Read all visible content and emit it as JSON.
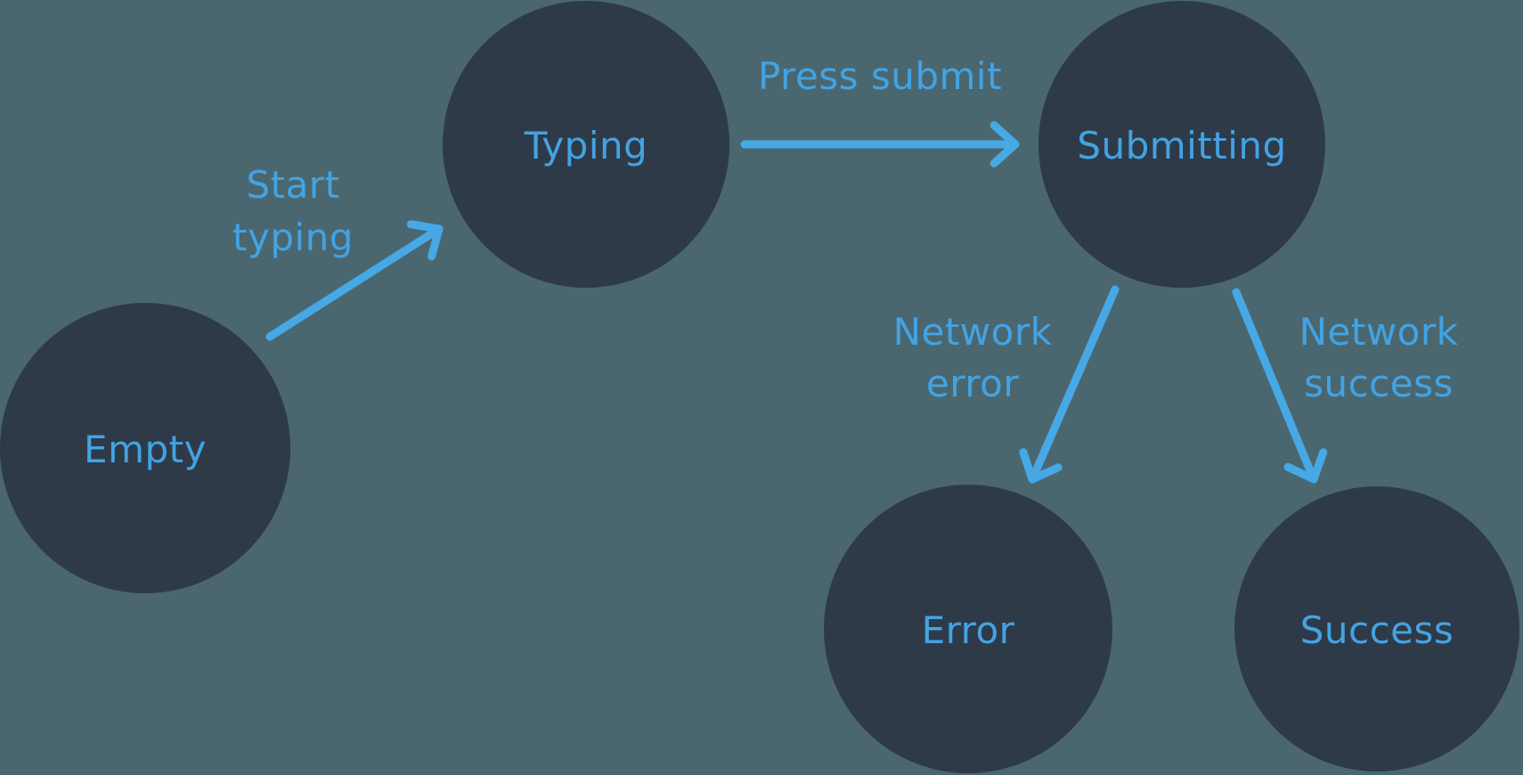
{
  "diagram": {
    "description": "Form submission state machine diagram",
    "colors": {
      "background": "#4A6770",
      "node_fill": "#2F3A48",
      "accent_blue": "#43A3E3"
    },
    "nodes": [
      {
        "id": "empty",
        "label": "Empty"
      },
      {
        "id": "typing",
        "label": "Typing"
      },
      {
        "id": "submitting",
        "label": "Submitting"
      },
      {
        "id": "error",
        "label": "Error"
      },
      {
        "id": "success",
        "label": "Success"
      }
    ],
    "edges": [
      {
        "from": "empty",
        "to": "typing",
        "label": "Start typing",
        "label_lines": [
          "Start",
          "typing"
        ]
      },
      {
        "from": "typing",
        "to": "submitting",
        "label": "Press submit",
        "label_lines": [
          "Press submit"
        ]
      },
      {
        "from": "submitting",
        "to": "error",
        "label": "Network error",
        "label_lines": [
          "Network",
          "error"
        ]
      },
      {
        "from": "submitting",
        "to": "success",
        "label": "Network success",
        "label_lines": [
          "Network",
          "success"
        ]
      }
    ]
  }
}
